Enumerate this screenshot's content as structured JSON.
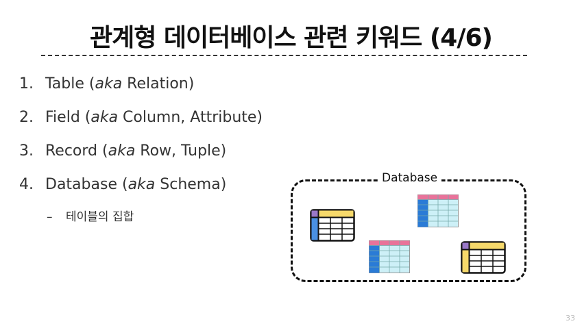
{
  "slide": {
    "title": "관계형 데이터베이스 관련 키워드 (4/6)",
    "page_number": "33"
  },
  "list": [
    {
      "num": "1.",
      "pre": "Table (",
      "aka": "aka",
      "post": " Relation)"
    },
    {
      "num": "2.",
      "pre": "Field (",
      "aka": "aka",
      "post": " Column, Attribute)"
    },
    {
      "num": "3.",
      "pre": "Record (",
      "aka": "aka",
      "post": " Row, Tuple)"
    },
    {
      "num": "4.",
      "pre": "Database (",
      "aka": "aka",
      "post": " Schema)"
    }
  ],
  "sub_item": {
    "dash": "–",
    "text": "테이블의 집합"
  },
  "diagram": {
    "label": "Database",
    "table_icons": [
      "yellow-table-icon",
      "pink-grid-table-icon",
      "pink-grid-table-icon",
      "yellow-table-icon"
    ],
    "colors": {
      "yellow": "#f6d96b",
      "purple": "#9a78c8",
      "blue": "#4a90e2",
      "pink": "#e8739a",
      "cyan": "#cdf0f7"
    }
  }
}
